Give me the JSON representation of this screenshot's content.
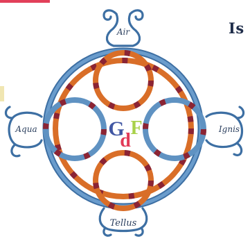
{
  "heading_fragment": "Is",
  "center": {
    "g": "G",
    "d": "d",
    "f": "F"
  },
  "elements": {
    "top": "Air",
    "left": "Aqua",
    "right": "Ignis",
    "bottom": "Tellus"
  },
  "colors": {
    "blue_ring": "#5f92c2",
    "blue_dark": "#3d6fa3",
    "orange_ring": "#d96e28",
    "ring_dash": "#8b2434",
    "g_letter": "#4157a3",
    "d_letter": "#e23a57",
    "f_letter": "#a8d14a"
  }
}
